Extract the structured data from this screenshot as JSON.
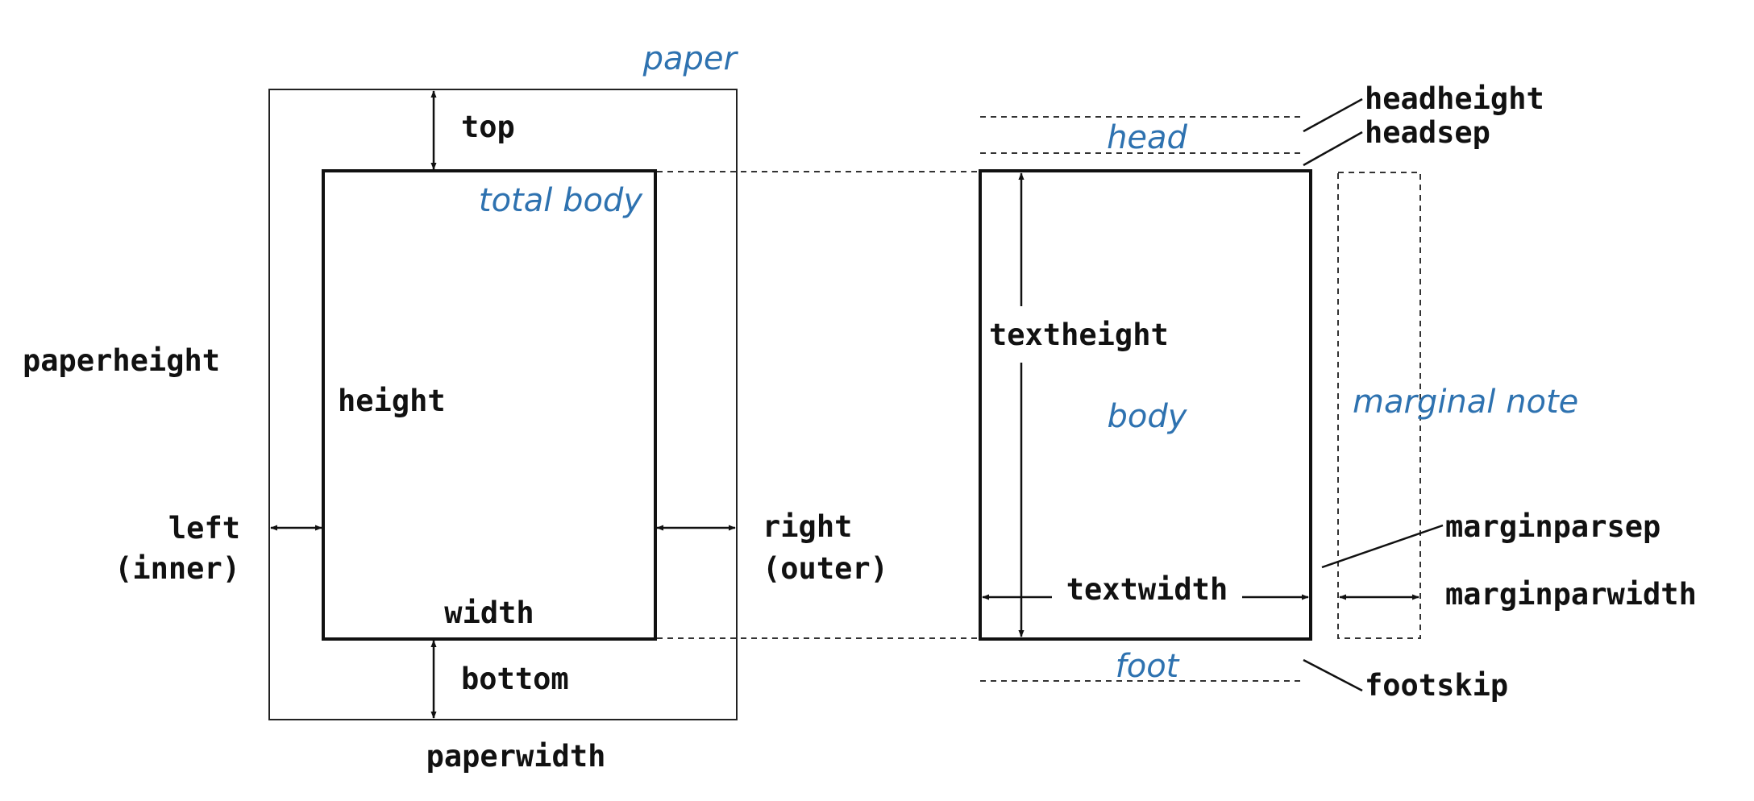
{
  "labels": {
    "paper": "paper",
    "total_body": "total body",
    "top": "top",
    "paperheight": "paperheight",
    "height": "height",
    "left_line1": "left",
    "left_line2": "(inner)",
    "right_line1": "right",
    "right_line2": "(outer)",
    "width": "width",
    "bottom": "bottom",
    "paperwidth": "paperwidth",
    "head": "head",
    "headheight": "headheight",
    "headsep": "headsep",
    "textheight": "textheight",
    "body": "body",
    "marginal_note": "marginal note",
    "marginparsep": "marginparsep",
    "textwidth": "textwidth",
    "marginparwidth": "marginparwidth",
    "foot": "foot",
    "footskip": "footskip"
  },
  "colors": {
    "accent_label": "#2e72b0",
    "lines": "#111111"
  }
}
